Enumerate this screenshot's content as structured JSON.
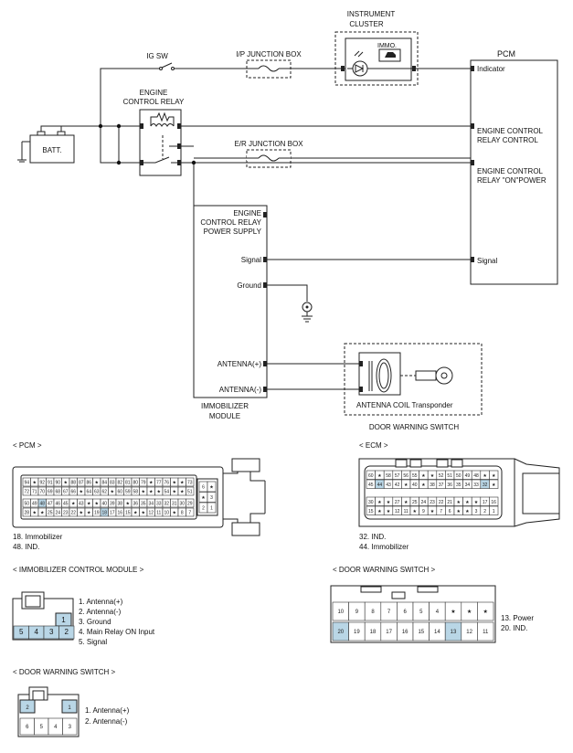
{
  "diagram": {
    "components": {
      "batt": "BATT.",
      "ig_sw": "IG SW",
      "engine_control_relay": [
        "ENGINE",
        "CONTROL RELAY"
      ],
      "ip_junction_box": "I/P JUNCTION BOX",
      "er_junction_box": "E/R JUNCTION BOX",
      "instrument_cluster": [
        "INSTRUMENT",
        "CLUSTER"
      ],
      "immo": "IMMO.",
      "pcm": "PCM",
      "immobilizer_module": [
        "IMMOBILIZER",
        "MODULE"
      ],
      "antenna_coil": "ANTENNA COIL Transponder",
      "door_warning_switch": "DOOR WARNING SWITCH"
    },
    "pcm_terminals": {
      "indicator": "Indicator",
      "ecr_control": [
        "ENGINE CONTROL",
        "RELAY CONTROL"
      ],
      "ecr_on_power": [
        "ENGINE CONTROL",
        "RELAY \"ON\"POWER"
      ],
      "signal": "Signal"
    },
    "module_terminals": {
      "ecr_power_supply": [
        "ENGINE",
        "CONTROL RELAY",
        "POWER SUPPLY"
      ],
      "signal": "Signal",
      "ground": "Ground",
      "antenna_plus": "ANTENNA(+)",
      "antenna_minus": "ANTENNA(-)"
    }
  },
  "connectors": {
    "pcm": {
      "title": "< PCM >",
      "row1": [
        "94",
        "★",
        "92",
        "91",
        "90",
        "★",
        "88",
        "87",
        "86",
        "★",
        "84",
        "83",
        "82",
        "81",
        "80",
        "79",
        "★",
        "77",
        "76",
        "★",
        "★",
        "73"
      ],
      "row2": [
        "72",
        "71",
        "70",
        "69",
        "68",
        "67",
        "66",
        "★",
        "64",
        "63",
        "62",
        "★",
        "60",
        "59",
        "58",
        "★",
        "★",
        "★",
        "54",
        "★",
        "★",
        "51"
      ],
      "row3": [
        "50",
        "49",
        "48",
        "47",
        "46",
        "45",
        "★",
        "43",
        "★",
        "★",
        "40",
        "39",
        "38",
        "★",
        "36",
        "35",
        "34",
        "33",
        "32",
        "31",
        "30",
        "29"
      ],
      "row4": [
        "28",
        "★",
        "★",
        "25",
        "24",
        "23",
        "22",
        "★",
        "★",
        "19",
        "18",
        "17",
        "16",
        "15",
        "★",
        "★",
        "12",
        "11",
        "10",
        "★",
        "8",
        "7"
      ],
      "side": [
        "6",
        "★",
        "★",
        "3",
        "2",
        "1"
      ],
      "highlight": [
        "48",
        "18"
      ],
      "notes": [
        "18. Immobilizer",
        "48. IND."
      ]
    },
    "ecm": {
      "title": "< ECM >",
      "row1": [
        "60",
        "★",
        "58",
        "57",
        "56",
        "55",
        "★",
        "★",
        "52",
        "51",
        "50",
        "49",
        "48",
        "★",
        "★"
      ],
      "row2": [
        "45",
        "44",
        "43",
        "42",
        "★",
        "40",
        "★",
        "38",
        "37",
        "36",
        "35",
        "34",
        "33",
        "32",
        "★"
      ],
      "row3": [
        "30",
        "★",
        "★",
        "27",
        "★",
        "25",
        "24",
        "23",
        "22",
        "21",
        "★",
        "★",
        "★",
        "17",
        "16"
      ],
      "row4": [
        "15",
        "★",
        "★",
        "12",
        "11",
        "★",
        "9",
        "★",
        "7",
        "6",
        "★",
        "★",
        "3",
        "2",
        "1"
      ],
      "highlight": [
        "44",
        "32"
      ],
      "notes": [
        "32. IND.",
        "44. Immobilizer"
      ]
    },
    "immobilizer_module": {
      "title": "< IMMOBILIZER CONTROL MODULE >",
      "pins_top": [
        "1"
      ],
      "pins_bottom": [
        "5",
        "4",
        "3",
        "2"
      ],
      "legend": [
        "1. Antenna(+)",
        "2. Antenna(-)",
        "3. Ground",
        "4. Main Relay ON Input",
        "5. Signal"
      ]
    },
    "door_switch_big": {
      "title": "< DOOR WARNING SWITCH >",
      "row1": [
        "10",
        "9",
        "8",
        "7",
        "6",
        "5",
        "4",
        "★",
        "★",
        "★"
      ],
      "row2": [
        "20",
        "19",
        "18",
        "17",
        "16",
        "15",
        "14",
        "13",
        "12",
        "11"
      ],
      "highlight": [
        "20",
        "13"
      ],
      "legend": [
        "13. Power",
        "20. IND."
      ]
    },
    "door_switch_small": {
      "title": "< DOOR WARNING SWITCH >",
      "pins_top": [
        "2",
        "1"
      ],
      "pins_bottom": [
        "6",
        "5",
        "4",
        "3"
      ],
      "legend": [
        "1. Antenna(+)",
        "2. Antenna(-)"
      ]
    }
  },
  "colors": {
    "pin_highlight": "#b9d6e6",
    "line": "#222222"
  }
}
